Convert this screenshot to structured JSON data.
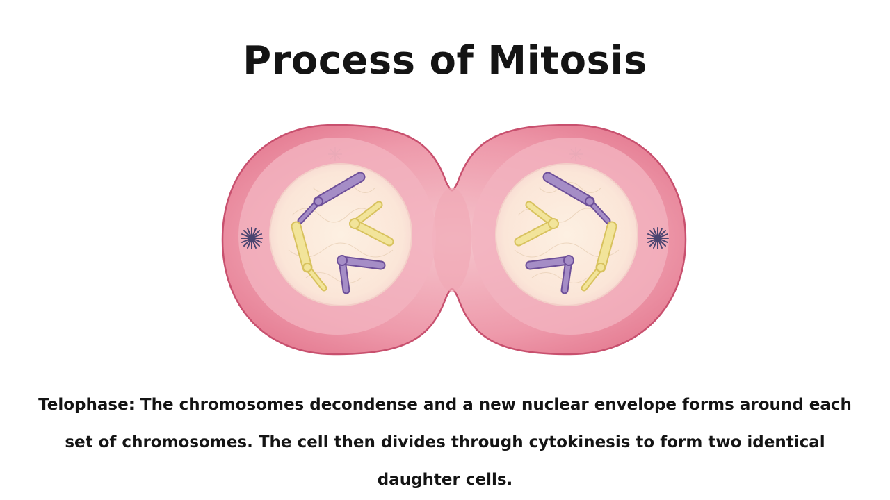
{
  "slide": {
    "title": "Process of Mitosis",
    "caption": "Telophase: The chromosomes decondense and a new nuclear envelope forms around each set of chromosomes. The cell then divides through cytokinesis to form two identical daughter cells."
  },
  "diagram": {
    "stage": "telophase",
    "daughter_cells": 2,
    "colors": {
      "cell_outline": "#c8506e",
      "cytoplasm_outer": "#ec8ea0",
      "cytoplasm_inner": "#f3b9c3",
      "nucleus": "#fbe9dc",
      "chromosome_purple": "#a58dc6",
      "chromosome_purple_outline": "#6d4f99",
      "chromosome_yellow": "#f2e49a",
      "chromosome_yellow_outline": "#d8c25e",
      "centrosome": "#4a4470"
    },
    "icons": {
      "centrosome": "asterisk-star"
    }
  }
}
